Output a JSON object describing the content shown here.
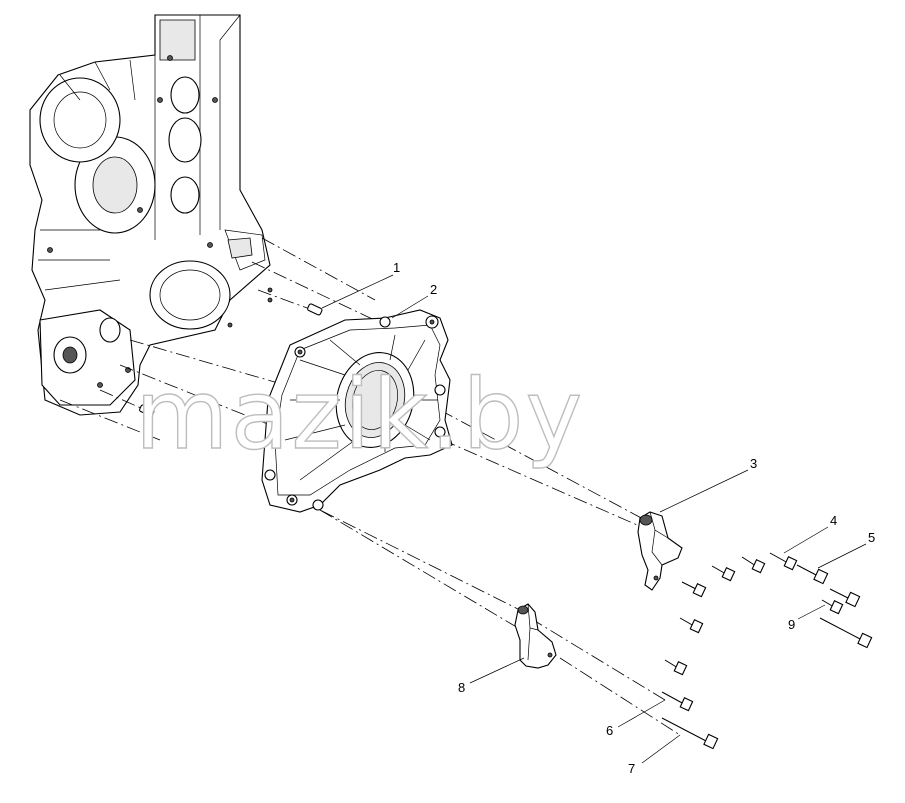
{
  "watermark": "mazik.by",
  "callouts": [
    {
      "id": "1",
      "label": "1"
    },
    {
      "id": "2",
      "label": "2"
    },
    {
      "id": "3",
      "label": "3"
    },
    {
      "id": "4",
      "label": "4"
    },
    {
      "id": "5",
      "label": "5"
    },
    {
      "id": "6",
      "label": "6"
    },
    {
      "id": "7",
      "label": "7"
    },
    {
      "id": "8",
      "label": "8"
    },
    {
      "id": "9",
      "label": "9"
    }
  ]
}
